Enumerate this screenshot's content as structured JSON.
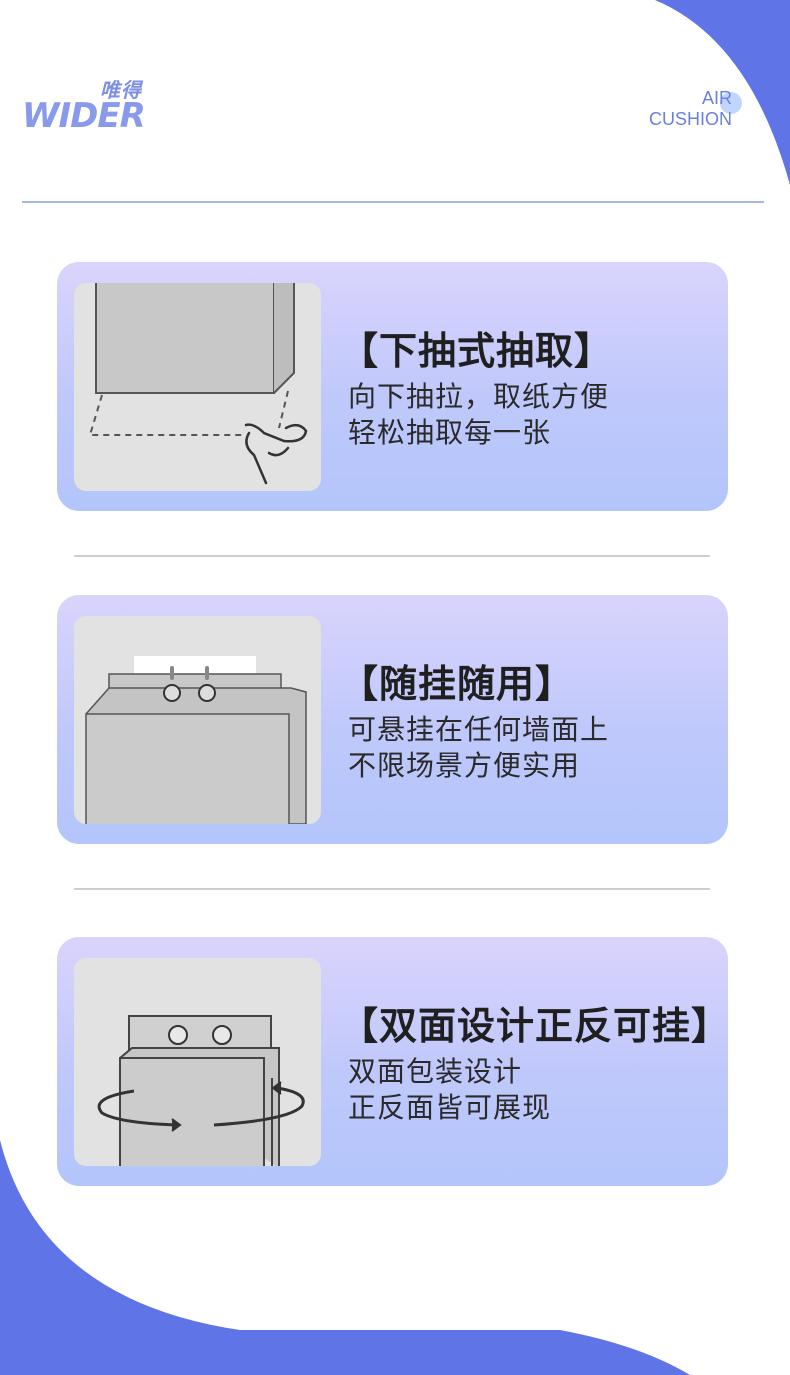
{
  "brand": {
    "name_cn": "唯得",
    "name_en": "WIDER"
  },
  "badge": {
    "line1": "AIR",
    "line2": "CUSHION"
  },
  "colors": {
    "accent": "#5f74e6",
    "card_top": "#d9d4fc",
    "card_bottom": "#b3c5fb"
  },
  "cards": [
    {
      "title": "【下抽式抽取】",
      "lines": [
        "向下抽拉，取纸方便",
        "轻松抽取每一张"
      ],
      "icon": "pull-down-tissue-icon"
    },
    {
      "title": "【随挂随用】",
      "lines": [
        "可悬挂在任何墙面上",
        "不限场景方便实用"
      ],
      "icon": "wall-hang-tissue-icon"
    },
    {
      "title": "【双面设计正反可挂】",
      "lines": [
        "双面包装设计",
        "正反面皆可展现"
      ],
      "icon": "rotate-double-side-icon"
    }
  ]
}
